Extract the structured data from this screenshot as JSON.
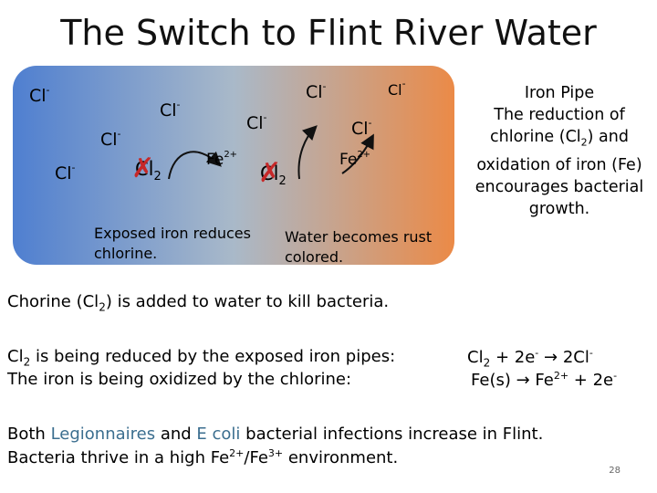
{
  "title": "The Switch to Flint River Water",
  "colors": {
    "pipe_start": "#4f7fd0",
    "pipe_mid": "#a9b9c9",
    "pipe_end": "#eb8a47",
    "x_mark": "#c62828",
    "highlight_text": "#3b6e8f"
  },
  "pipe": {
    "chloride": "Cl",
    "chloride_charge": "-",
    "chlorine": "Cl",
    "chlorine_sub": "2",
    "iron": "Fe",
    "iron_charge": "2+",
    "caption_left": "Exposed iron reduces chlorine.",
    "caption_right": "Water becomes rust colored."
  },
  "side_note": {
    "heading": "Iron Pipe",
    "text": "The reduction of chlorine (Cl",
    "sub": "2",
    "text_after": ") and oxidation of iron (Fe) encourages bacterial growth."
  },
  "line1": {
    "a": "Chorine (Cl",
    "sub": "2",
    "b": ") is added to water to kill bacteria."
  },
  "line2": {
    "a": "Cl",
    "sub": "2",
    "b": " is being reduced by the exposed iron pipes:"
  },
  "line3": "The iron is being oxidized by the chlorine:",
  "eq1": {
    "a": "Cl",
    "sub": "2",
    "b": " + 2e",
    "sup1": "-",
    "arrow": "→",
    "c": " 2Cl",
    "sup2": "-"
  },
  "eq2": {
    "a": "Fe(s) ",
    "arrow": "→",
    "b": " Fe",
    "sup1": "2+",
    "c": " + 2e",
    "sup2": "-"
  },
  "line4": {
    "a": "Both ",
    "legion": "Legionnaires",
    "b": " and ",
    "ecoli": "E coli",
    "c": " bacterial infections increase in Flint."
  },
  "line5": {
    "a": "Bacteria thrive in a high Fe",
    "sup1": "2+",
    "b": "/Fe",
    "sup2": "3+",
    "c": " environment."
  },
  "page_number": "28"
}
